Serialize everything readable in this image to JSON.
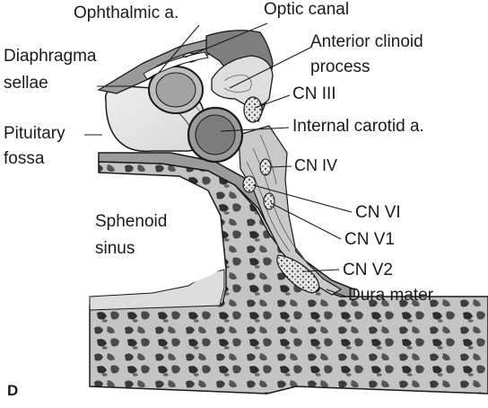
{
  "panel_letter": "D",
  "labels": {
    "ophthalmic": "Ophthalmic a.",
    "optic_canal": "Optic canal",
    "diaphragma_1": "Diaphragma",
    "diaphragma_2": "sellae",
    "anterior_clinoid_1": "Anterior clinoid",
    "anterior_clinoid_2": "process",
    "cn3": "CN III",
    "pituitary_1": "Pituitary",
    "pituitary_2": "fossa",
    "internal_carotid": "Internal carotid a.",
    "cn4": "CN IV",
    "sphenoid_1": "Sphenoid",
    "sphenoid_2": "sinus",
    "cn6": "CN VI",
    "cn5_1": "CN V1",
    "cn5_2": "CN V2",
    "dura": "Dura mater"
  },
  "colors": {
    "ink": "#1a1a1a",
    "bone": "#b8b8b8",
    "bone_dark": "#4d4d4d",
    "vessel": "#8a8a8a",
    "tissue": "#d4d4d4"
  }
}
